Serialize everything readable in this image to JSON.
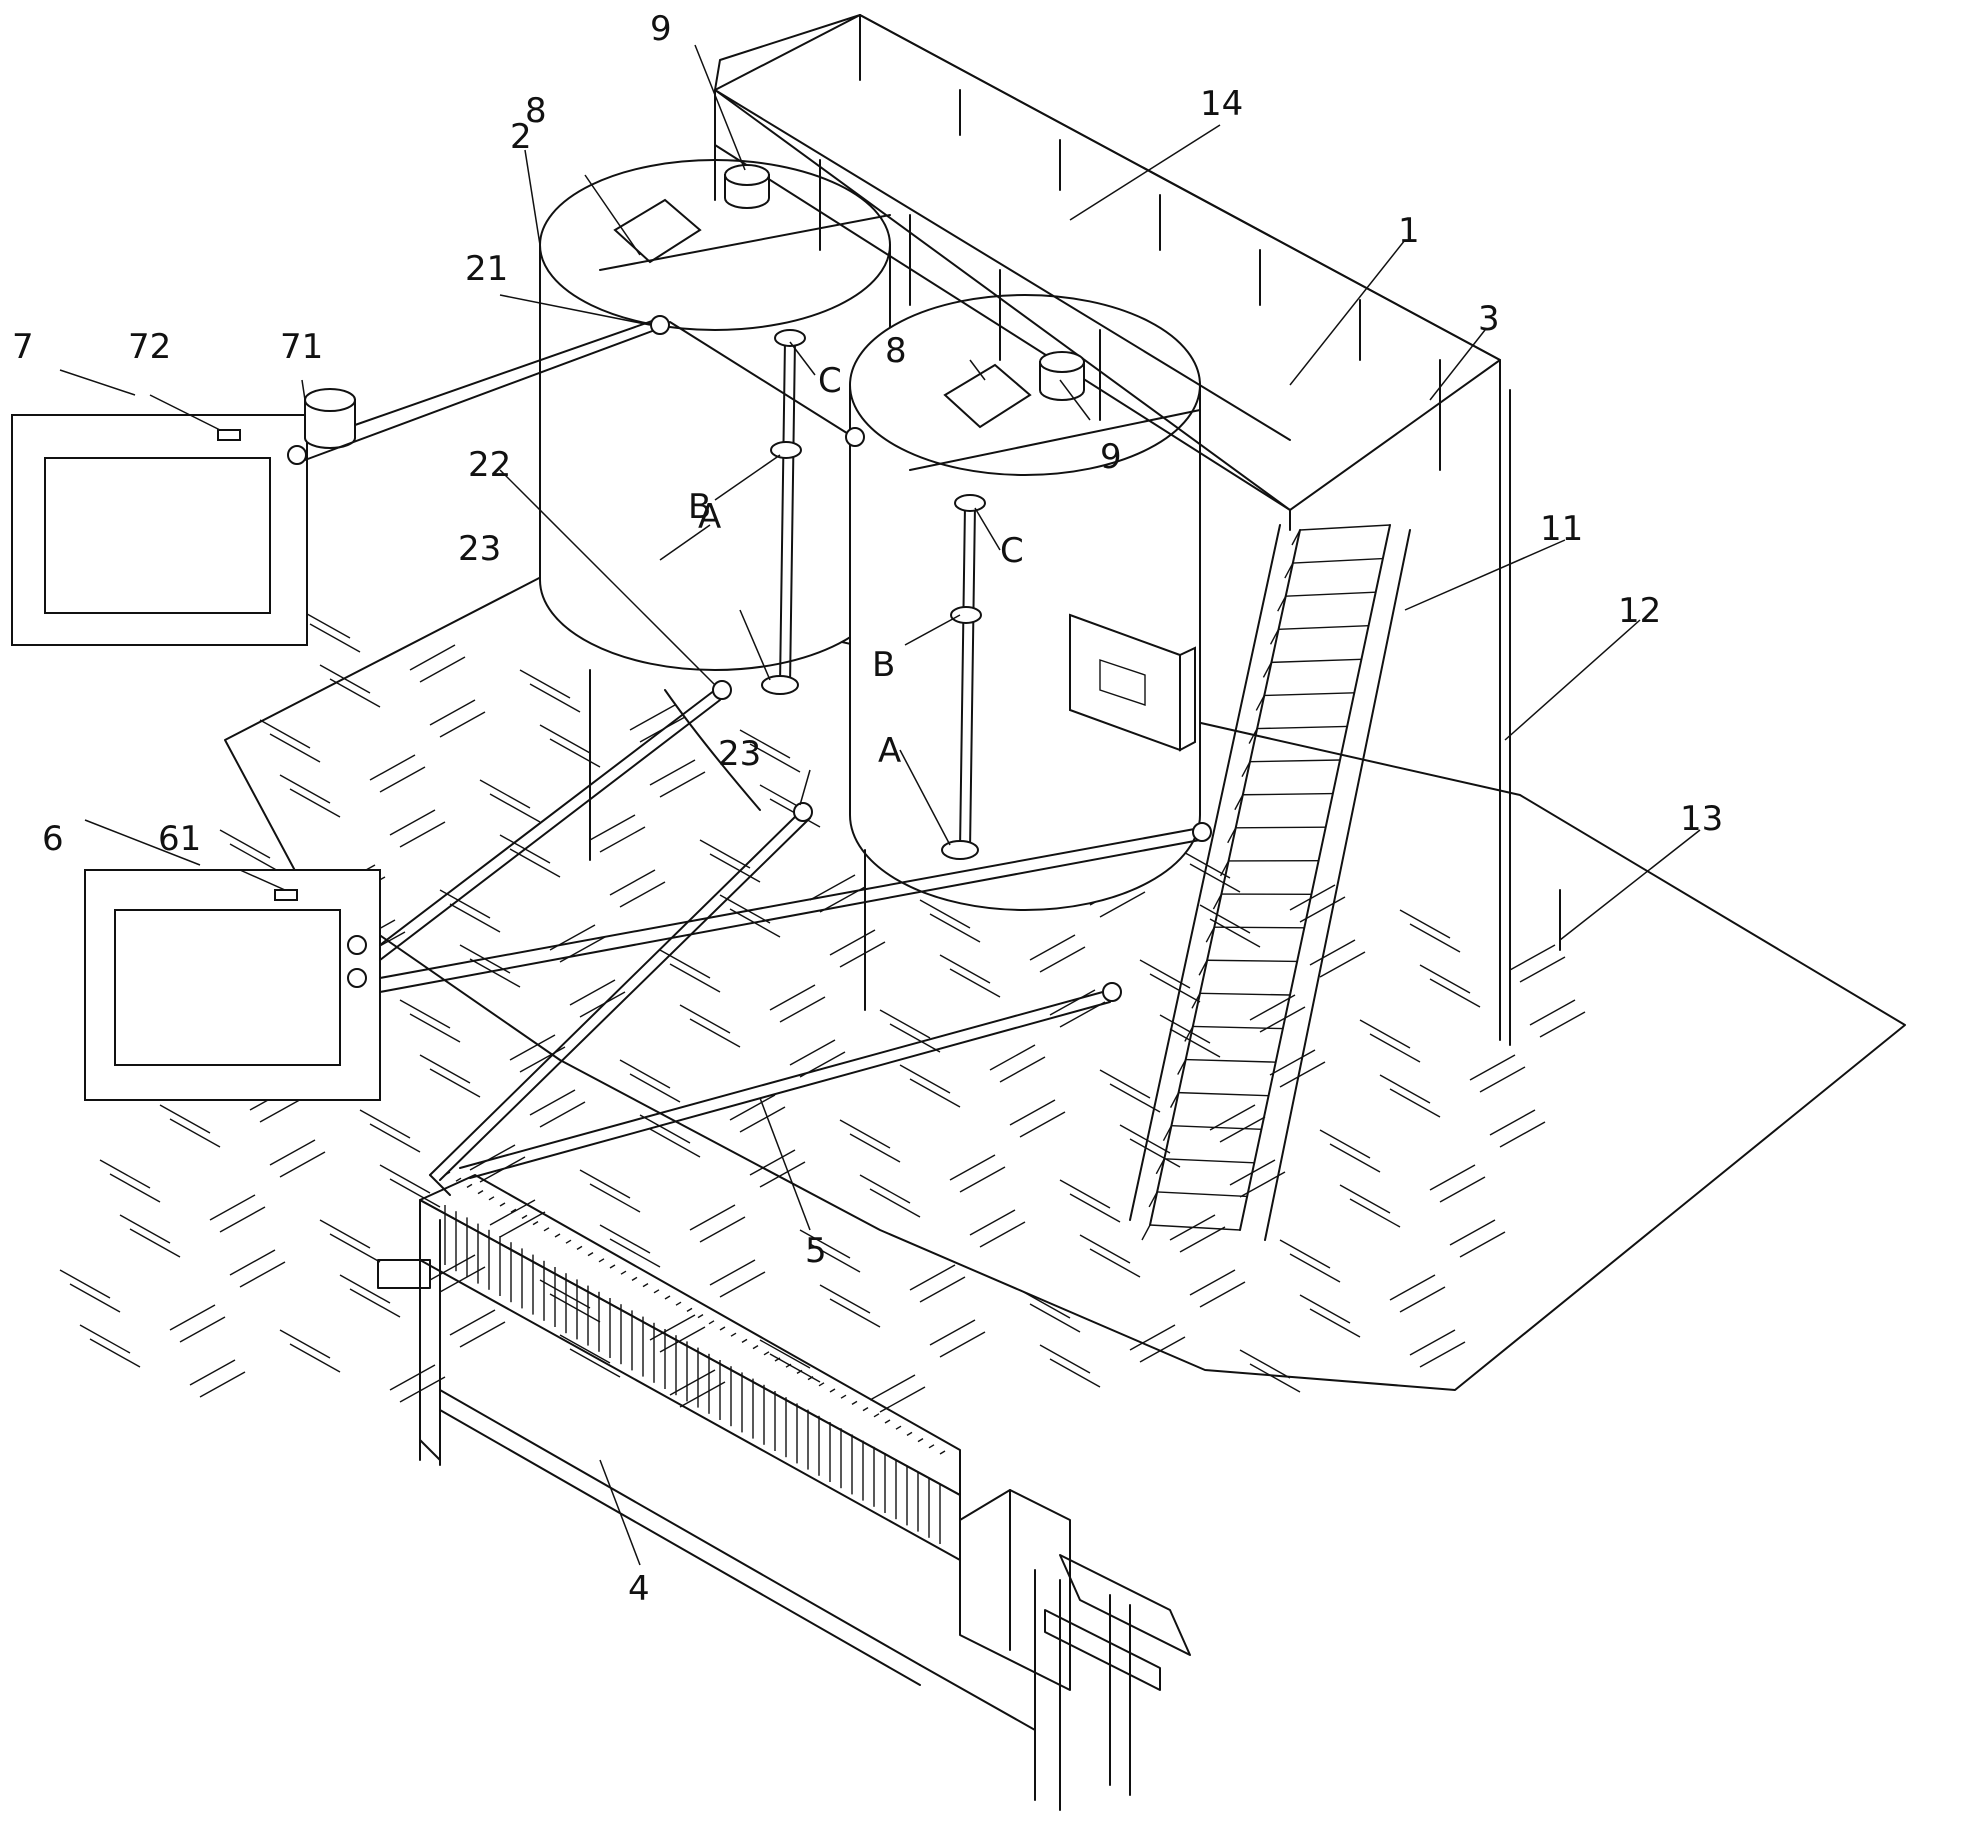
{
  "labels": {
    "n1": "1",
    "n2": "2",
    "n3": "3",
    "n4": "4",
    "n5": "5",
    "n6": "6",
    "n61": "61",
    "n7": "7",
    "n71": "71",
    "n72": "72",
    "n8a": "8",
    "n8b": "8",
    "n9a": "9",
    "n9b": "9",
    "n11": "11",
    "n12": "12",
    "n13": "13",
    "n14": "14",
    "n21": "21",
    "n22": "22",
    "n23a": "23",
    "n23b": "23",
    "a1": "A",
    "b1": "B",
    "c1": "C",
    "a2": "A",
    "b2": "B",
    "c2": "C"
  }
}
